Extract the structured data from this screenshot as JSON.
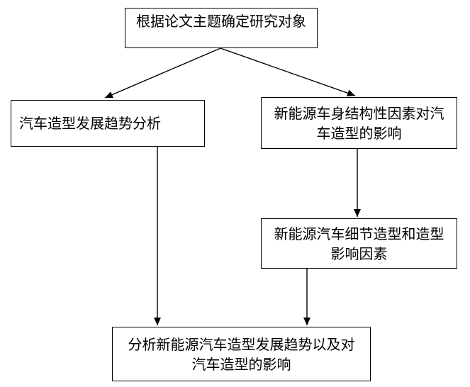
{
  "diagram": {
    "type": "flowchart",
    "colors": {
      "border": "#000000",
      "text": "#000000",
      "background": "#ffffff"
    },
    "nodes": {
      "top": {
        "label": "根据论文主题确定研究对象"
      },
      "left": {
        "label": "汽车造型发展趋势分析"
      },
      "right": {
        "label": "新能源车身结构性因素对汽\n车造型的影响"
      },
      "middle": {
        "label": "新能源汽车细节造型和造型\n影响因素"
      },
      "bottom": {
        "label": "分析新能源汽车造型发展趋势以及对\n汽车造型的影响"
      }
    },
    "edges": [
      {
        "from": "top",
        "to": "left"
      },
      {
        "from": "top",
        "to": "right"
      },
      {
        "from": "left",
        "to": "bottom"
      },
      {
        "from": "right",
        "to": "middle"
      },
      {
        "from": "middle",
        "to": "bottom"
      }
    ]
  }
}
